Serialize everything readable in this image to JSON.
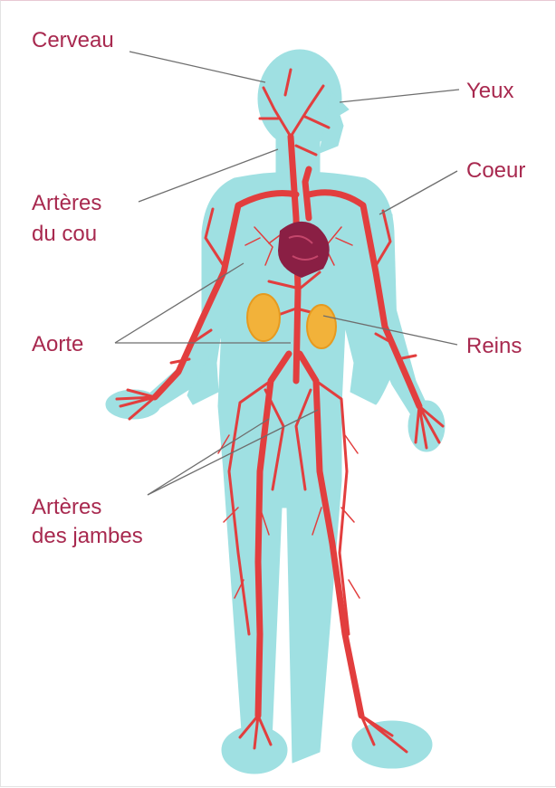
{
  "labels": {
    "cerveau": "Cerveau",
    "yeux": "Yeux",
    "coeur": "Coeur",
    "arteres_cou_line1": "Artères",
    "arteres_cou_line2": "du cou",
    "aorte": "Aorte",
    "reins": "Reins",
    "arteres_jambes_line1": "Artères",
    "arteres_jambes_line2": "des jambes"
  },
  "colors": {
    "label_text": "#a8294f",
    "body_fill": "#9fe0e2",
    "artery": "#e23e3e",
    "heart": "#8a1f44",
    "kidney": "#f2b23a",
    "leader_line": "#6e6e6e"
  }
}
